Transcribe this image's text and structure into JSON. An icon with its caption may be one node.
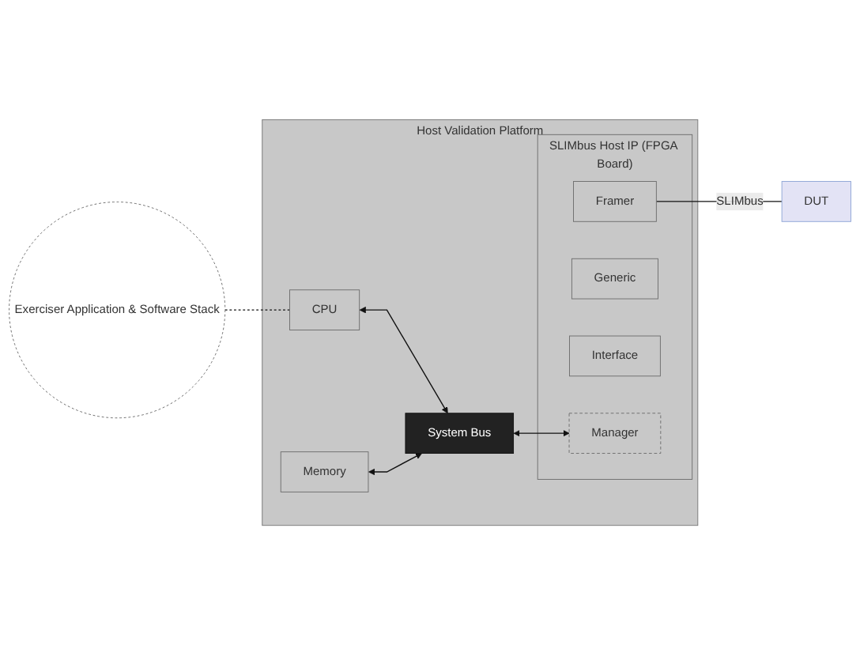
{
  "diagram": {
    "nodes": [
      {
        "text": [
          "Host Validation Platform"
        ]
      },
      {
        "text": [
          "Exerciser Application & Software Stack"
        ]
      },
      {
        "text": [
          "CPU"
        ],
        "in": 0
      },
      {
        "text": [
          "System Bus"
        ],
        "in": 0
      },
      {
        "text": [
          "Memory"
        ],
        "in": 0
      },
      {
        "text": [
          "SLIMbus Host IP (FPGA Board)"
        ],
        "in": 0
      },
      {
        "text": [
          "Framer"
        ],
        "in": 5
      },
      {
        "text": [
          "Generic"
        ],
        "in": 5
      },
      {
        "text": [
          "Interface"
        ],
        "in": 5
      },
      {
        "text": [
          "Manager"
        ],
        "in": 5
      },
      {
        "text": [
          "DUT"
        ]
      }
    ],
    "edges": [
      {
        "from": 1,
        "to": 2,
        "arrow": "none",
        "style": "dashed"
      },
      {
        "from": 2,
        "to": 3,
        "arrow": "both"
      },
      {
        "from": 4,
        "to": 3,
        "arrow": "both"
      },
      {
        "from": 3,
        "to": 9,
        "arrow": "both"
      },
      {
        "from": 6,
        "to": 10,
        "arrow": "none",
        "label": "SLIMbus"
      }
    ]
  }
}
